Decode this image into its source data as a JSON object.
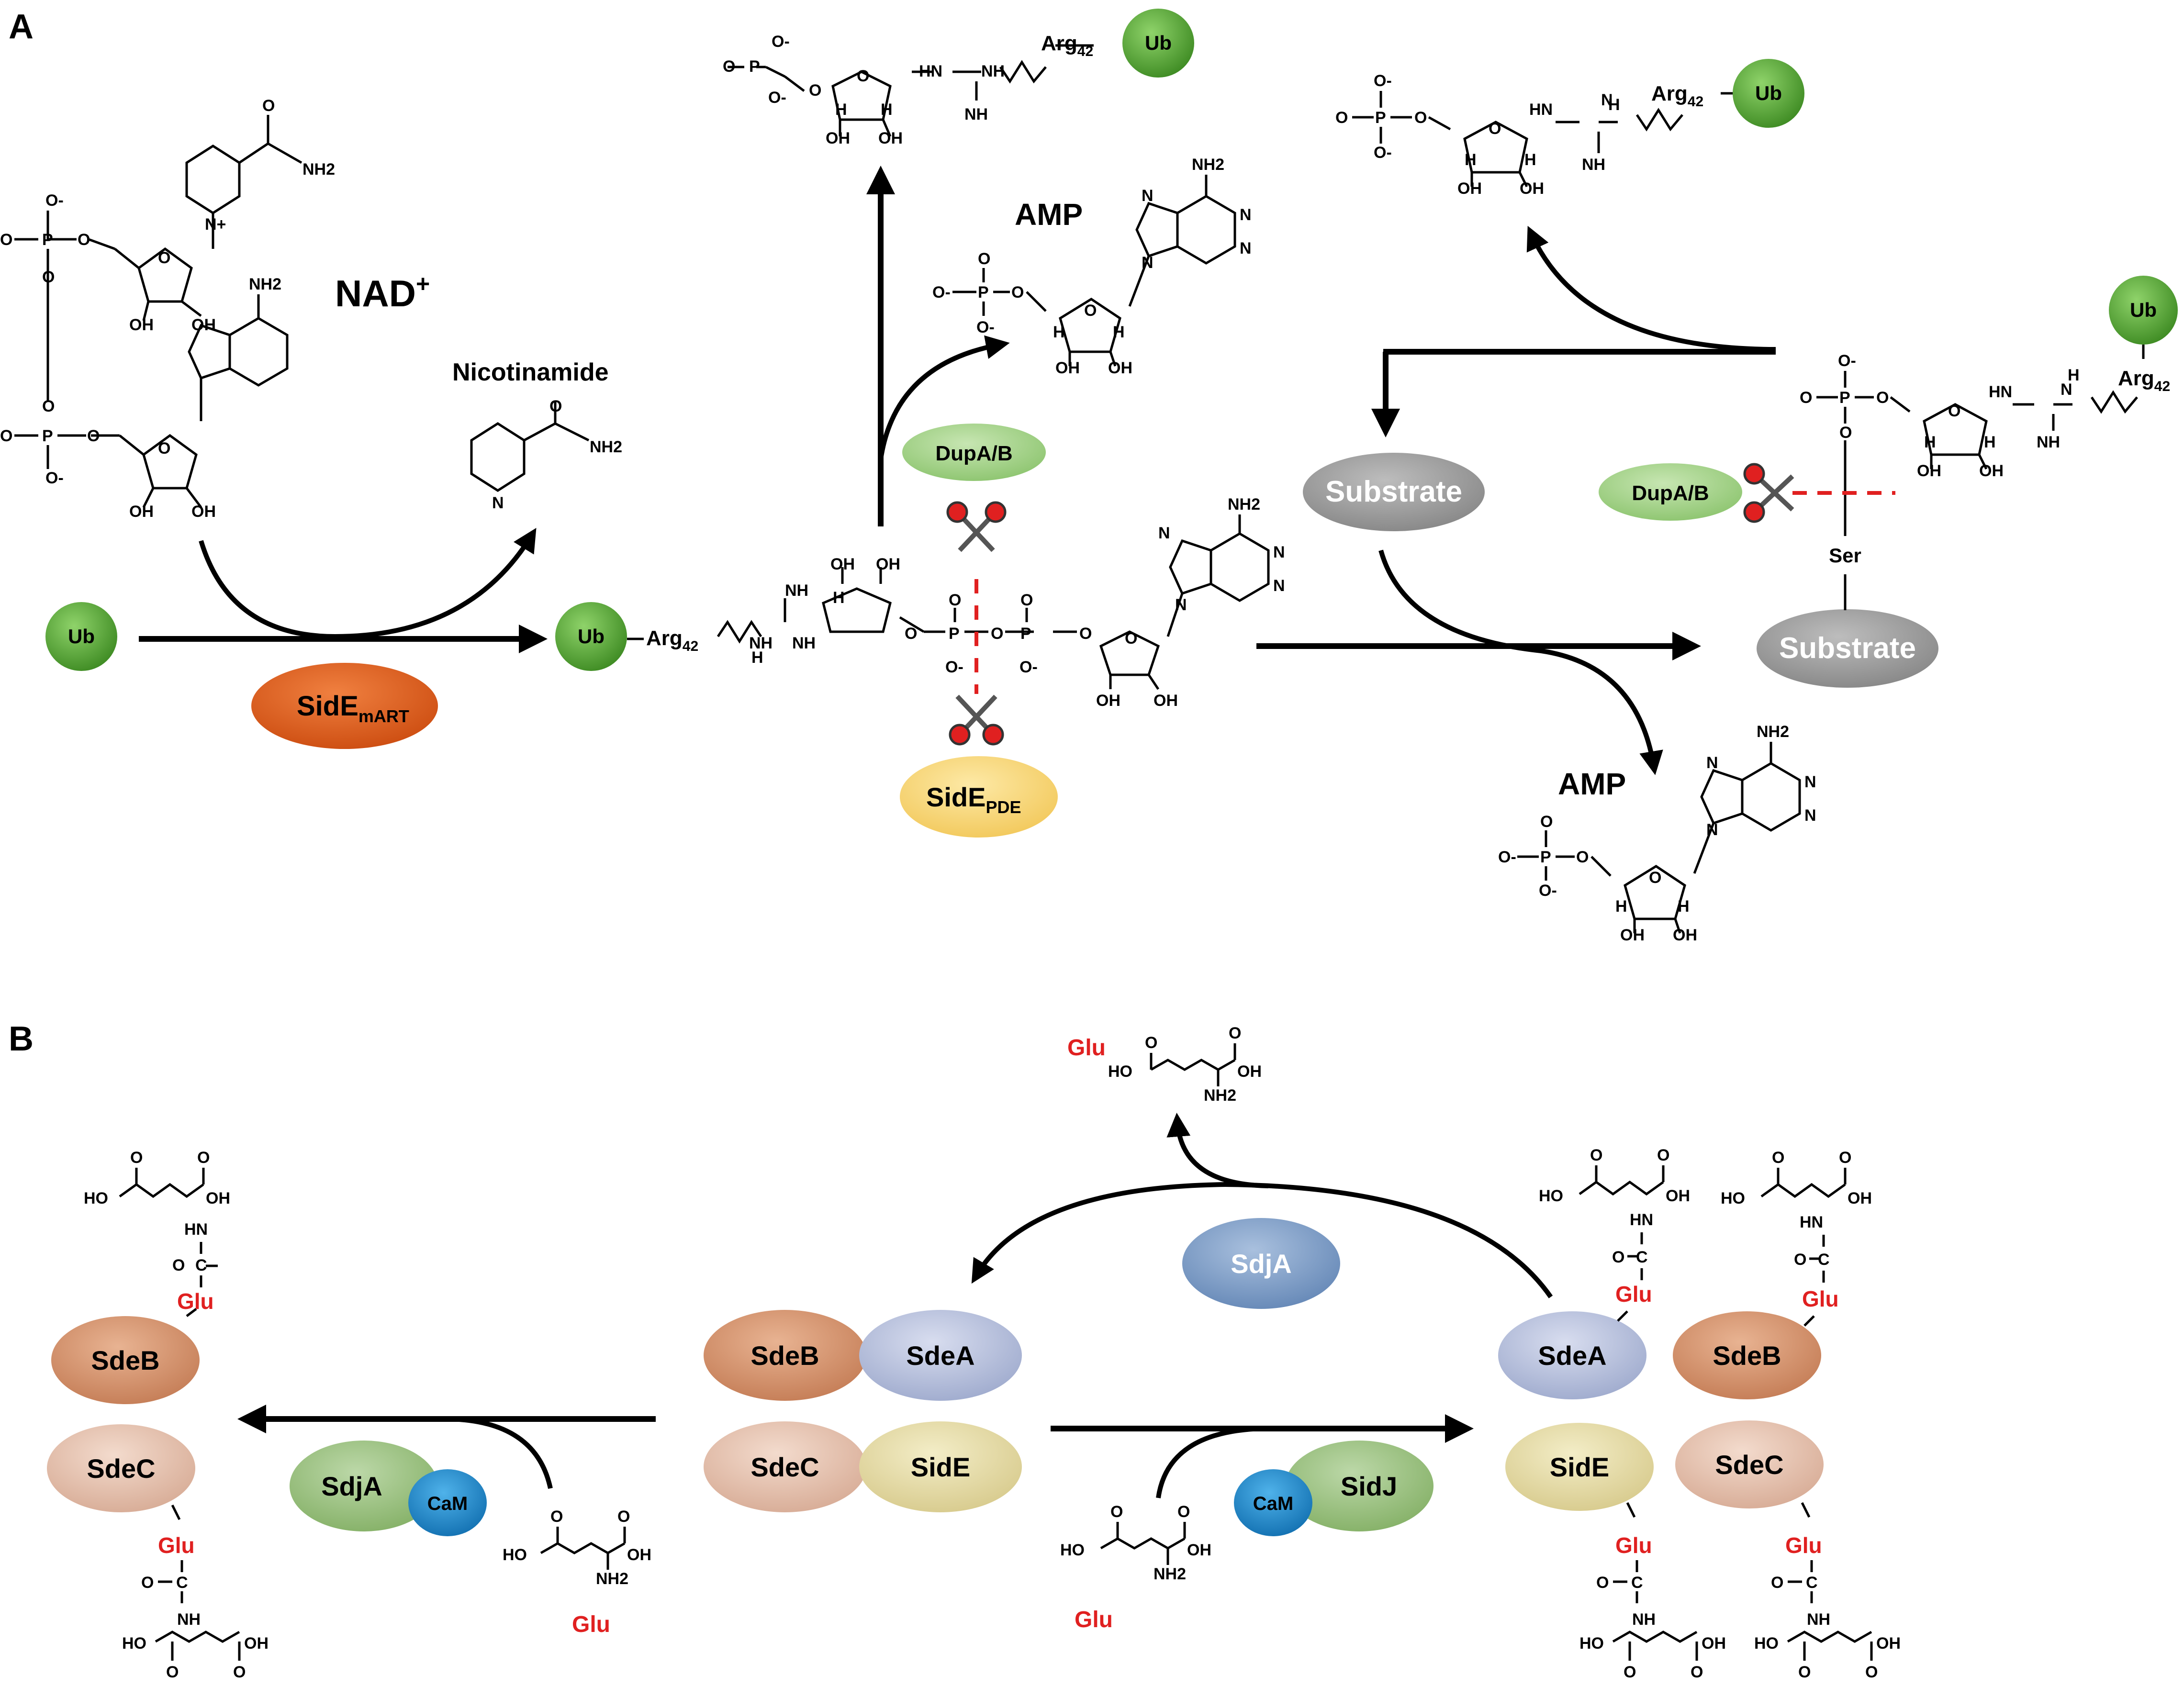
{
  "panel_a": {
    "label": "A",
    "nad_title": "NAD",
    "nad_sup": "+",
    "nicotinamide": "Nicotinamide",
    "amp_top": "AMP",
    "amp_bottom": "AMP",
    "ub": "Ub",
    "arg": "Arg",
    "arg_sub": "42",
    "sidE_mart": "SidE",
    "sidE_mart_sub": "mART",
    "sidE_pde": "SidE",
    "sidE_pde_sub": "PDE",
    "dupAB": "DupA/B",
    "substrate": "Substrate",
    "ser": "Ser",
    "chem": {
      "nh2": "NH2",
      "oh": "OH",
      "h": "H",
      "nh": "NH",
      "hn": "HN",
      "n": "N",
      "nplus": "N+",
      "o": "O",
      "ominus": "O-",
      "p": "P"
    }
  },
  "panel_b": {
    "label": "B",
    "glu": "Glu",
    "sdeA": "SdeA",
    "sdeB": "SdeB",
    "sdeC": "SdeC",
    "sidE": "SidE",
    "sdjA": "SdjA",
    "sidJ": "SidJ",
    "cam": "CaM",
    "chem": {
      "ho": "HO",
      "oh": "OH",
      "nh2": "NH2",
      "hn": "HN",
      "nh": "NH",
      "o": "O",
      "c": "C"
    }
  },
  "colors": {
    "ub_green": "#4a9a2a",
    "sidE_orange": "#e0601a",
    "sidE_pde_yellow": "#f5cf6a",
    "dupAB_green": "#a5d38a",
    "substrate_gray": "#9b9b9b",
    "sdeB_tan": "#d3926a",
    "sdeA_lavender": "#b9c2dc",
    "sdeC_peach": "#e7c3b0",
    "sidE_cream": "#e6dca8",
    "sdjA_blue": "#7e9cc4",
    "sdjA_green": "#98bf80",
    "cam_blue": "#1d87c8",
    "glu_red": "#e02020",
    "cut_red": "#e02020"
  }
}
